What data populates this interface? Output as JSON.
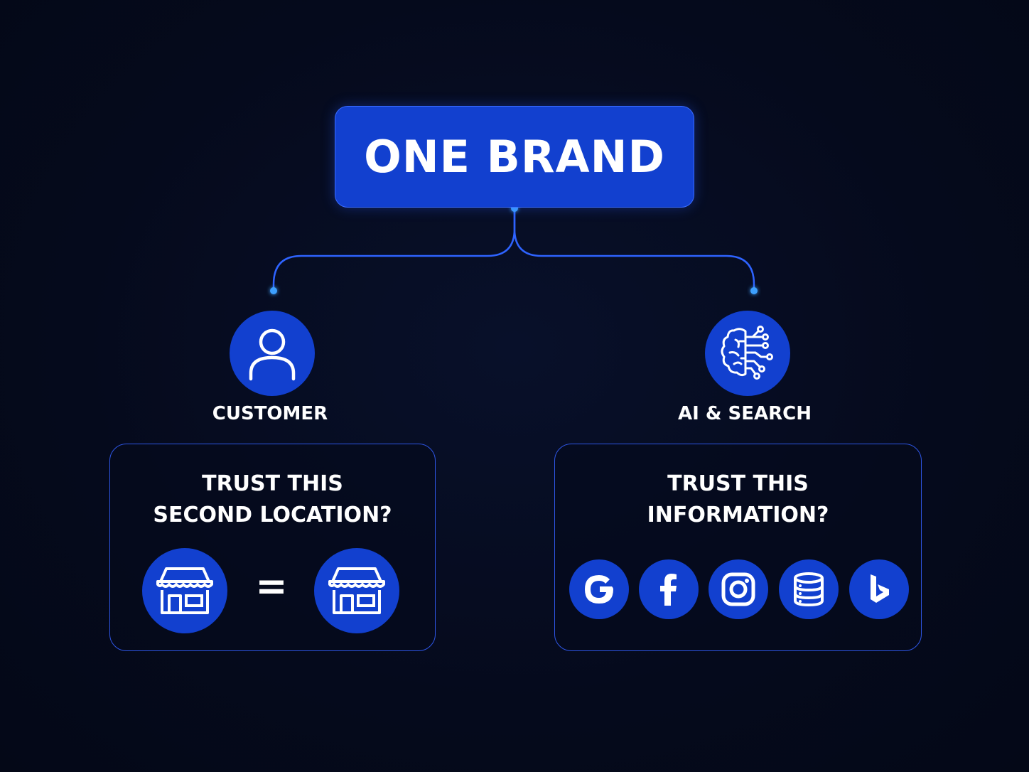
{
  "colors": {
    "background": "#050a1c",
    "accent_blue": "#1240cf",
    "line_blue": "#2e63ff",
    "dot_glow": "#3da0ff",
    "text": "#ffffff"
  },
  "root": {
    "label": "ONE BRAND"
  },
  "branches": [
    {
      "label": "CUSTOMER",
      "icon": "user-icon",
      "question": [
        "TRUST THIS",
        "SECOND LOCATION?"
      ],
      "comparison": {
        "left_icon": "storefront-icon",
        "operator": "=",
        "right_icon": "storefront-icon"
      }
    },
    {
      "label": "AI & SEARCH",
      "icon": "ai-brain-icon",
      "question": [
        "TRUST THIS",
        "INFORMATION?"
      ],
      "sources": [
        "google-icon",
        "facebook-icon",
        "instagram-icon",
        "database-icon",
        "bing-icon"
      ]
    }
  ]
}
